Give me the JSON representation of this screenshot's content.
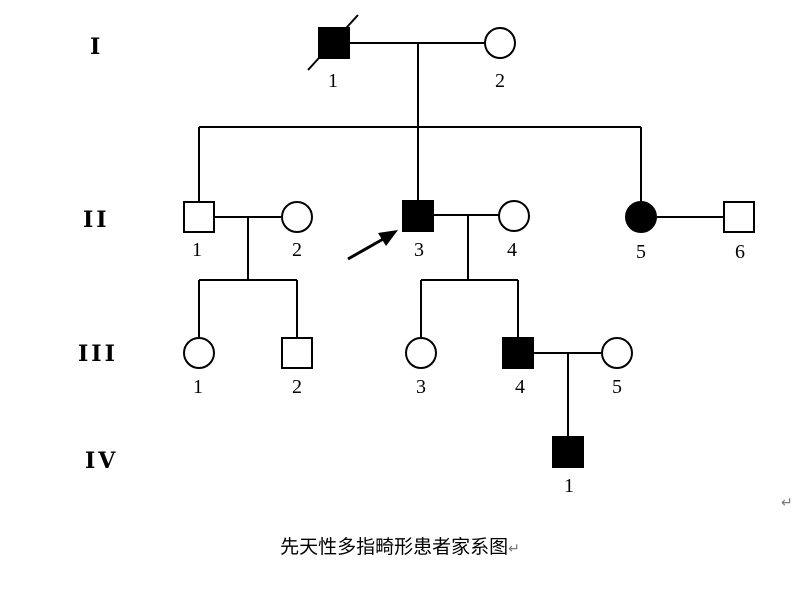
{
  "caption": "先天性多指畸形患者家系图",
  "caption_mark": "↵",
  "stray_mark": "↵",
  "generations": [
    "I",
    "II",
    "III",
    "IV"
  ],
  "individuals": {
    "I1": {
      "label": "1",
      "sex": "male",
      "affected": true,
      "deceased": true
    },
    "I2": {
      "label": "2",
      "sex": "female",
      "affected": false
    },
    "II1": {
      "label": "1",
      "sex": "male",
      "affected": false
    },
    "II2": {
      "label": "2",
      "sex": "female",
      "affected": false
    },
    "II3": {
      "label": "3",
      "sex": "male",
      "affected": true,
      "proband": true
    },
    "II4": {
      "label": "4",
      "sex": "female",
      "affected": false
    },
    "II5": {
      "label": "5",
      "sex": "female",
      "affected": true
    },
    "II6": {
      "label": "6",
      "sex": "male",
      "affected": false
    },
    "III1": {
      "label": "1",
      "sex": "female",
      "affected": false
    },
    "III2": {
      "label": "2",
      "sex": "male",
      "affected": false
    },
    "III3": {
      "label": "3",
      "sex": "female",
      "affected": false
    },
    "III4": {
      "label": "4",
      "sex": "male",
      "affected": true
    },
    "III5": {
      "label": "5",
      "sex": "female",
      "affected": false
    },
    "IV1": {
      "label": "1",
      "sex": "male",
      "affected": true
    }
  }
}
